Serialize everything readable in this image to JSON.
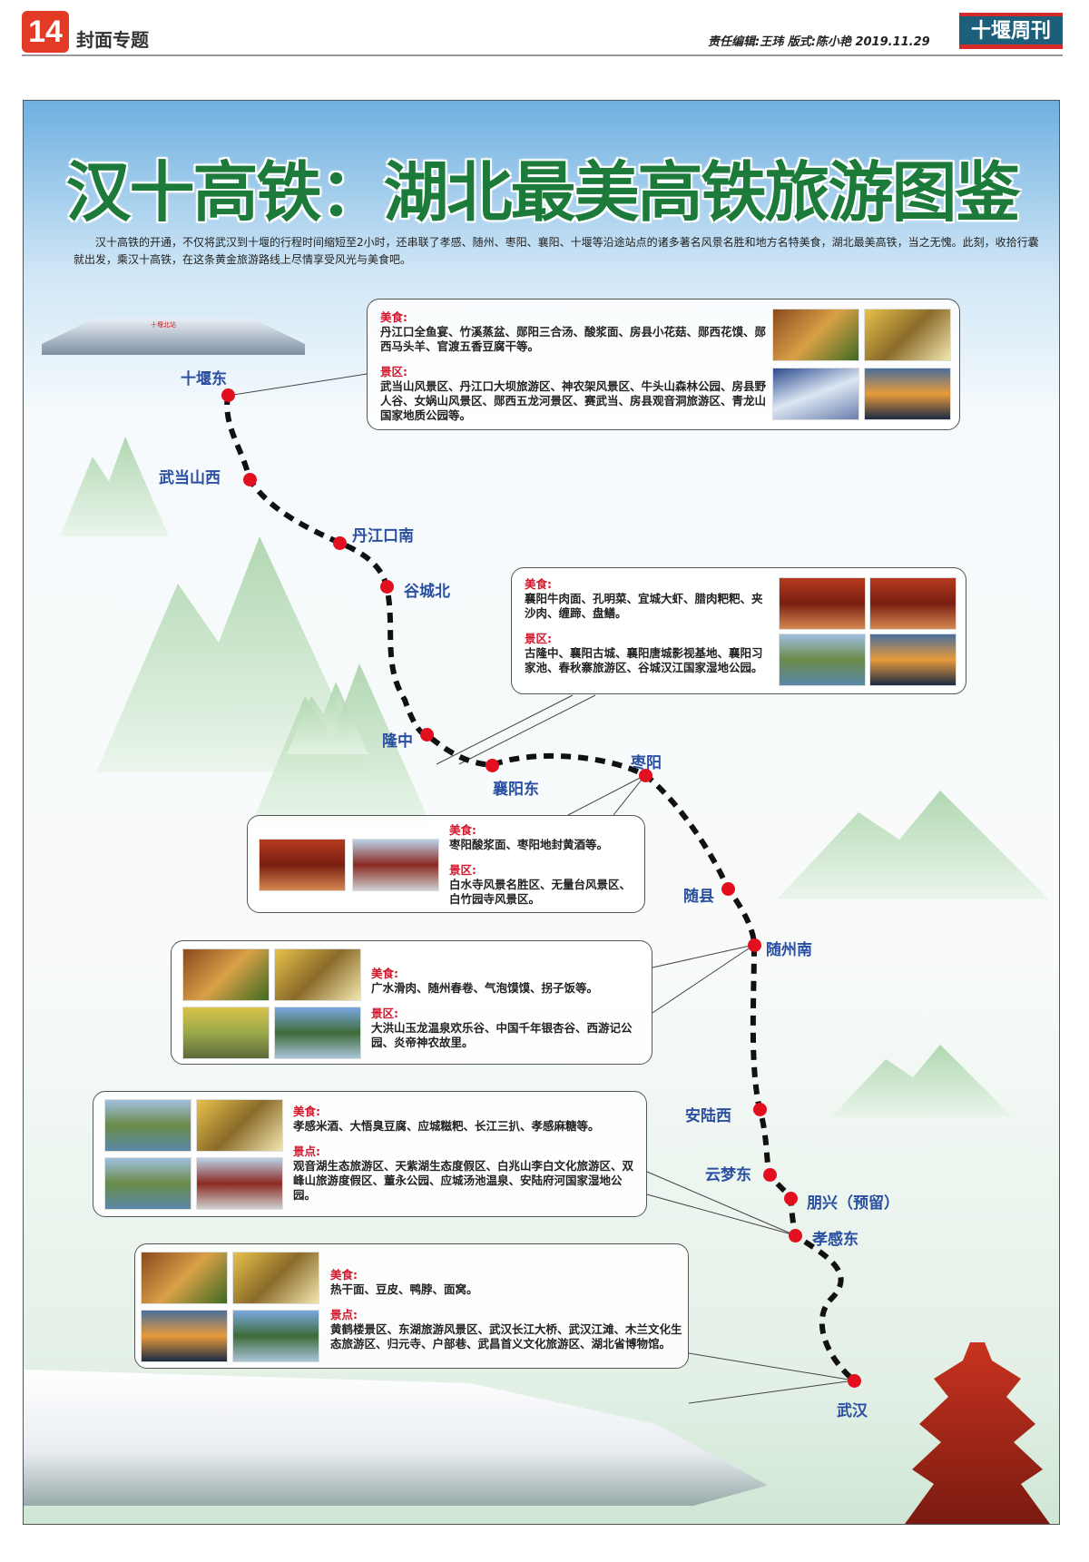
{
  "header": {
    "page_number": "14",
    "section": "封面专题",
    "editors": "责任编辑:王玮  版式:陈小艳  2019.11.29",
    "brand": "十堰周刊"
  },
  "title": "汉十高铁：湖北最美高铁旅游图鉴",
  "intro": "汉十高铁的开通，不仅将武汉到十堰的行程时间缩短至2小时，还串联了孝感、随州、枣阳、襄阳、十堰等沿途站点的诸多著名风景名胜和地方名特美食，湖北最美高铁，当之无愧。此刻，收拾行囊就出发，乘汉十高铁，在这条黄金旅游路线上尽情享受风光与美食吧。",
  "stations": [
    "十堰东",
    "武当山西",
    "丹江口南",
    "谷城北",
    "隆中",
    "襄阳东",
    "枣阳",
    "随县",
    "随州南",
    "安陆西",
    "云梦东",
    "朋兴（预留）",
    "孝感东",
    "武汉"
  ],
  "station_sign": "十堰北站",
  "boxes": [
    {
      "food_label": "美食:",
      "food": "丹江口全鱼宴、竹溪蒸盆、郧阳三合汤、酸浆面、房县小花菇、郧西花馍、郧西马头羊、官渡五香豆腐干等。",
      "scenic_label": "景区:",
      "scenic": "武当山风景区、丹江口大坝旅游区、神农架风景区、牛头山森林公园、房县野人谷、女娲山风景区、郧西五龙河景区、赛武当、房县观音洞旅游区、青龙山国家地质公园等。"
    },
    {
      "food_label": "美食:",
      "food": "襄阳牛肉面、孔明菜、宜城大虾、腊肉粑粑、夹沙肉、缠蹄、盘鳝。",
      "scenic_label": "景区:",
      "scenic": "古隆中、襄阳古城、襄阳唐城影视基地、襄阳习家池、春秋寨旅游区、谷城汉江国家湿地公园。"
    },
    {
      "food_label": "美食:",
      "food": "枣阳酸浆面、枣阳地封黄酒等。",
      "scenic_label": "景区:",
      "scenic": "白水寺风景名胜区、无量台风景区、白竹园寺风景区。"
    },
    {
      "food_label": "美食:",
      "food": "广水滑肉、随州春卷、气泡馍馍、拐子饭等。",
      "scenic_label": "景区:",
      "scenic": "大洪山玉龙温泉欢乐谷、中国千年银杏谷、西游记公园、炎帝神农故里。"
    },
    {
      "food_label": "美食:",
      "food": "孝感米酒、大悟臭豆腐、应城糍粑、长江三扒、孝感麻糖等。",
      "scenic_label": "景点:",
      "scenic": "观音湖生态旅游区、天紫湖生态度假区、白兆山李白文化旅游区、双峰山旅游度假区、董永公园、应城汤池温泉、安陆府河国家湿地公园。"
    },
    {
      "food_label": "美食:",
      "food": "热干面、豆皮、鸭脖、面窝。",
      "scenic_label": "景点:",
      "scenic": "黄鹤楼景区、东湖旅游风景区、武汉长江大桥、武汉江滩、木兰文化生态旅游区、归元寺、户部巷、武昌首义文化旅游区、湖北省博物馆。"
    }
  ],
  "colors": {
    "title_green": "#1c7a3a",
    "station_blue": "#2a4fa0",
    "dot_red": "#e2101e",
    "label_red": "#d4152b"
  }
}
